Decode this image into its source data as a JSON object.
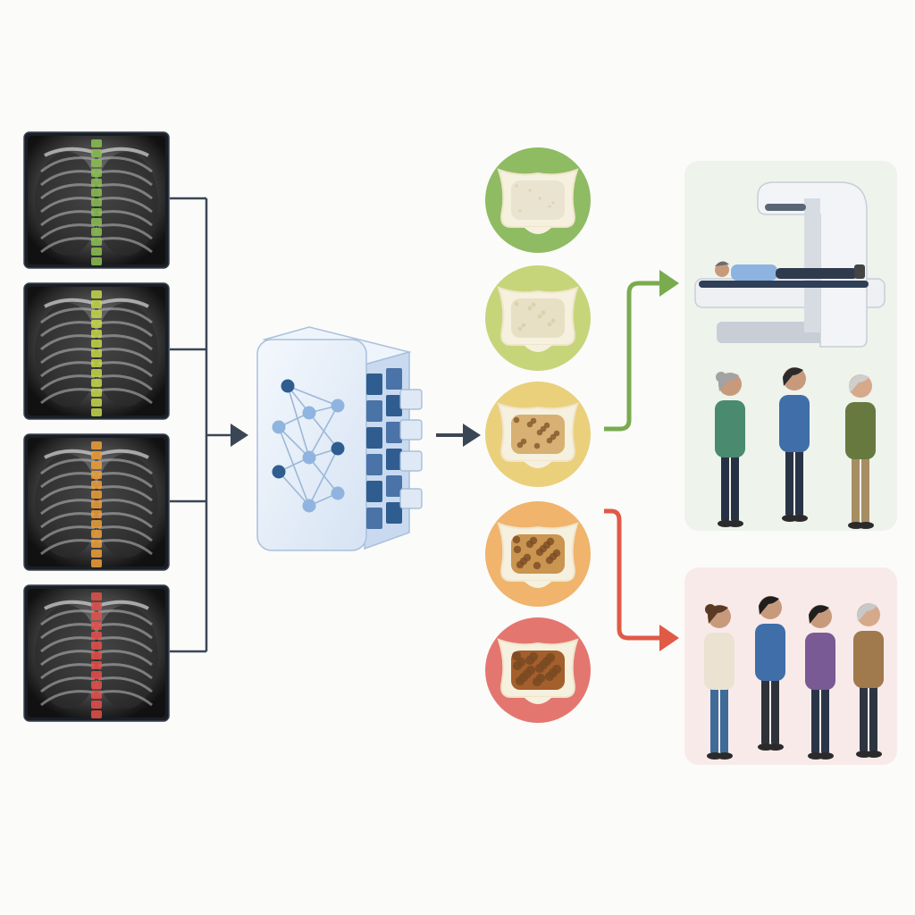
{
  "figure": {
    "xray_panels": [
      {
        "id": "xray-1",
        "spine_color": "#8cc152"
      },
      {
        "id": "xray-2",
        "spine_color": "#c6d84a"
      },
      {
        "id": "xray-3",
        "spine_color": "#f0a03a"
      },
      {
        "id": "xray-4",
        "spine_color": "#e8504a"
      }
    ],
    "ai_model": {
      "icon": "neural-network-server-icon",
      "body_color": "#e4eef9",
      "accent_color": "#2f5d8f"
    },
    "bone_density_levels": [
      {
        "level": 1,
        "circle_color": "#8fbb63",
        "trabecular_color": "#e9e3cf"
      },
      {
        "level": 2,
        "circle_color": "#c7d57a",
        "trabecular_color": "#e8e0c4"
      },
      {
        "level": 3,
        "circle_color": "#ead07b",
        "trabecular_color": "#d6b173"
      },
      {
        "level": 4,
        "circle_color": "#f0b46c",
        "trabecular_color": "#c99550"
      },
      {
        "level": 5,
        "circle_color": "#e47670",
        "trabecular_color": "#a35f2c"
      }
    ],
    "outcomes": [
      {
        "id": "dxa-referral",
        "arrow_color": "#7aab4f",
        "panel_color": "#e9f1e6",
        "icon": "dxa-scanner-icon",
        "people_count": 3
      },
      {
        "id": "no-referral",
        "arrow_color": "#e05a45",
        "panel_color": "#f8e6e6",
        "icon": "people-group-icon",
        "people_count": 4
      }
    ]
  }
}
